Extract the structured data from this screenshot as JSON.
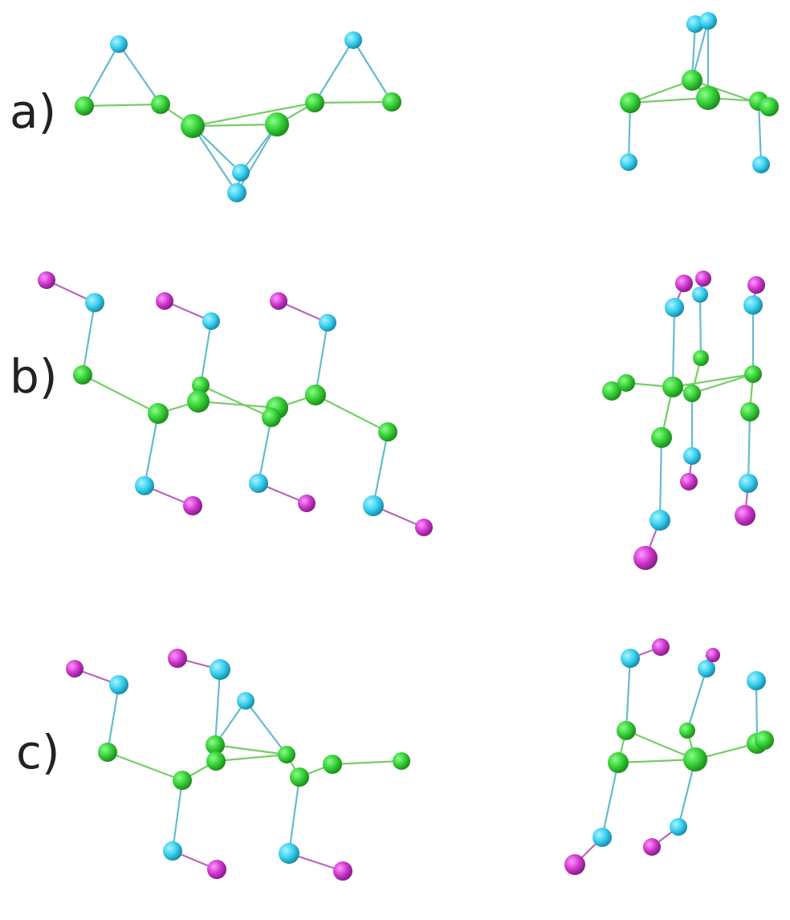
{
  "labels": {
    "a": "a)",
    "b": "b)",
    "c": "c)"
  },
  "colors": {
    "carbon": "#33cc33",
    "oxygen": "#33ccee",
    "hydrogen": "#cc33cc",
    "bond_carbon": "#77cc66",
    "bond_oxygen": "#66bbcc",
    "bond_hydrogen": "#bb66bb"
  },
  "atom_types": [
    "carbon",
    "oxygen",
    "hydrogen"
  ]
}
